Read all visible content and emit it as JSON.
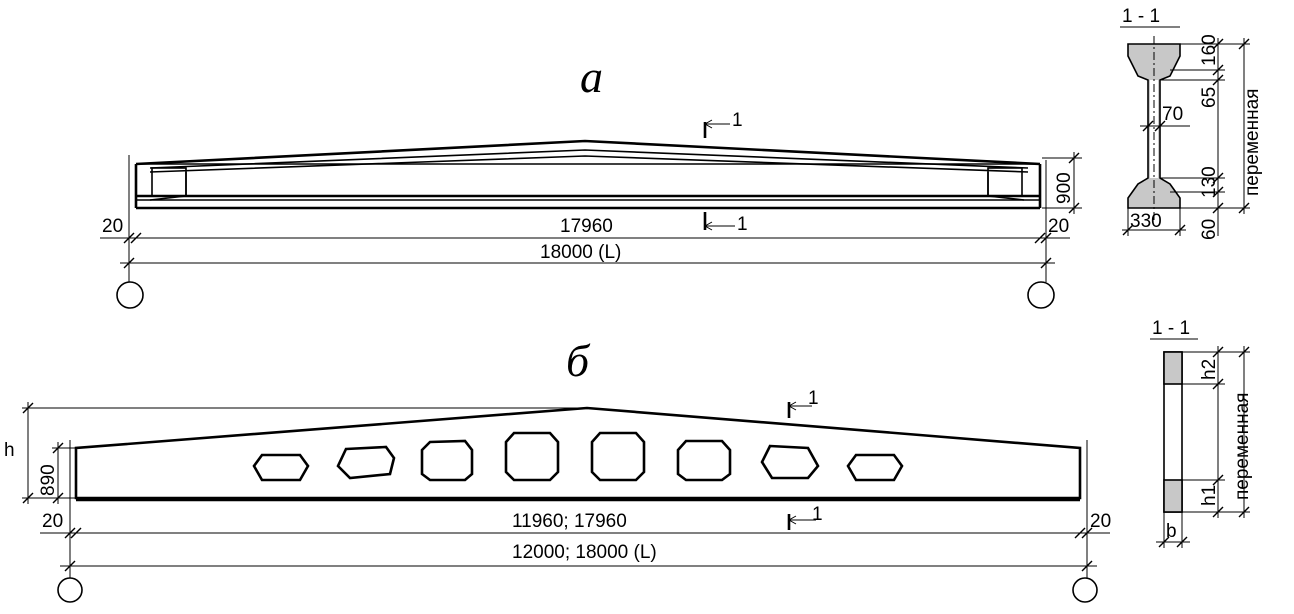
{
  "top_drawing": {
    "label": "а",
    "section_marker_top": "1",
    "section_marker_bottom": "1",
    "dim_left_offset": "20",
    "dim_right_offset": "20",
    "dim_inner_span": "17960",
    "dim_full_span": "18000 (L)",
    "dim_end_height": "900"
  },
  "top_section": {
    "title": "1 - 1",
    "dim_flange_top": "160",
    "dim_taper_top": "65",
    "dim_web": "70",
    "dim_taper_bottom": "130",
    "dim_flange_bottom": "60",
    "dim_width": "330",
    "height_label": "переменная"
  },
  "bottom_drawing": {
    "label": "б",
    "section_marker_top": "1",
    "section_marker_bottom": "1",
    "dim_total_height": "h",
    "dim_end_height": "890",
    "dim_left_offset": "20",
    "dim_right_offset": "20",
    "dim_inner_span": "11960; 17960",
    "dim_full_span": "12000; 18000 (L)"
  },
  "bottom_section": {
    "title": "1 - 1",
    "dim_top": "h2",
    "dim_bottom": "h1",
    "dim_width": "b",
    "height_label": "переменная"
  }
}
